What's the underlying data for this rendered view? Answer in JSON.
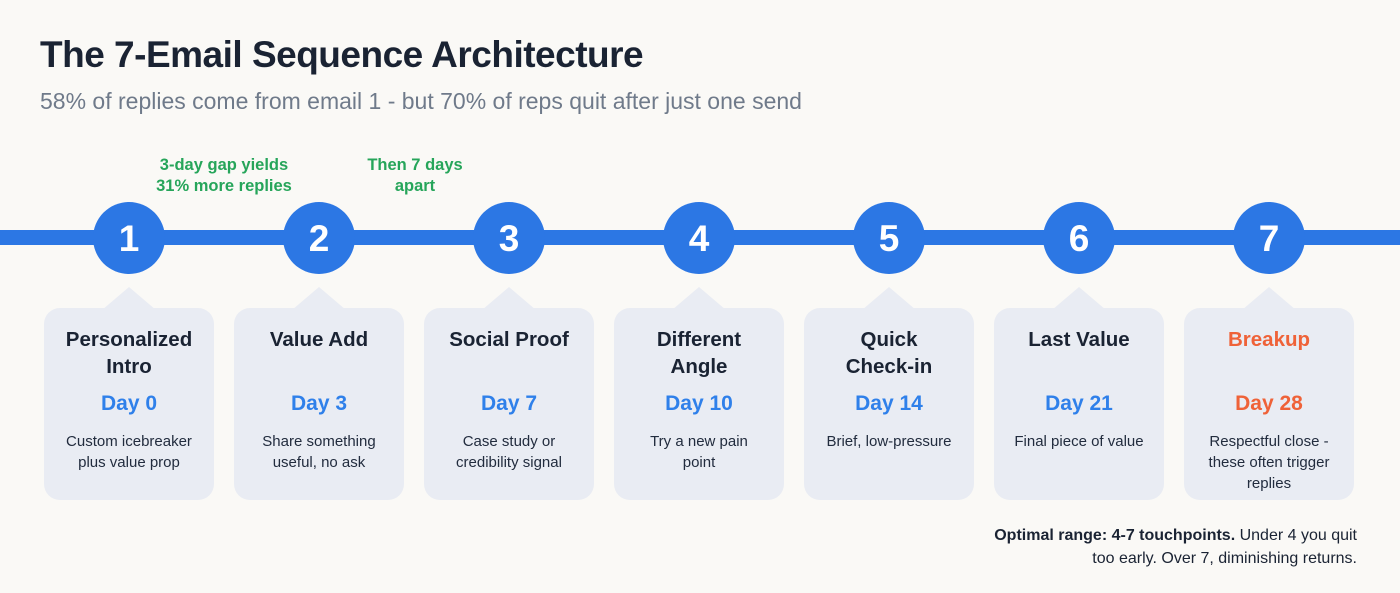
{
  "colors": {
    "background": "#FAF9F6",
    "accent_blue": "#2C77E4",
    "day_blue": "#2F80EA",
    "green": "#26A55A",
    "orange": "#EF6238",
    "card_bg": "#E9ECF3",
    "heading": "#1A2333",
    "subtitle_gray": "#6F7A8A",
    "body_text": "#222C3E"
  },
  "header": {
    "title": "The 7-Email Sequence Architecture",
    "subtitle": "58% of replies come from email 1 - but 70% of reps quit after just one send"
  },
  "annotations": {
    "gap1": [
      "3-day gap yields",
      "31% more replies"
    ],
    "gap2": [
      "Then 7 days",
      "apart"
    ]
  },
  "steps": [
    {
      "number": "1",
      "title": [
        "Personalized",
        "Intro"
      ],
      "day": "Day 0",
      "description": [
        "Custom icebreaker",
        "plus value prop"
      ]
    },
    {
      "number": "2",
      "title": [
        "Value Add"
      ],
      "day": "Day 3",
      "description": [
        "Share something",
        "useful, no ask"
      ]
    },
    {
      "number": "3",
      "title": [
        "Social Proof"
      ],
      "day": "Day 7",
      "description": [
        "Case study or",
        "credibility signal"
      ]
    },
    {
      "number": "4",
      "title": [
        "Different",
        "Angle"
      ],
      "day": "Day 10",
      "description": [
        "Try a new pain",
        "point"
      ]
    },
    {
      "number": "5",
      "title": [
        "Quick",
        "Check-in"
      ],
      "day": "Day 14",
      "description": [
        "Brief, low-pressure"
      ]
    },
    {
      "number": "6",
      "title": [
        "Last Value"
      ],
      "day": "Day 21",
      "description": [
        "Final piece of value"
      ]
    },
    {
      "number": "7",
      "title": [
        "Breakup"
      ],
      "day": "Day 28",
      "description": [
        "Respectful close -",
        "these often trigger",
        "replies"
      ],
      "highlight": true
    }
  ],
  "footer": {
    "bold": "Optimal range: 4-7 touchpoints.",
    "regular": "Under 4 you quit too early. Over 7, diminishing returns."
  }
}
